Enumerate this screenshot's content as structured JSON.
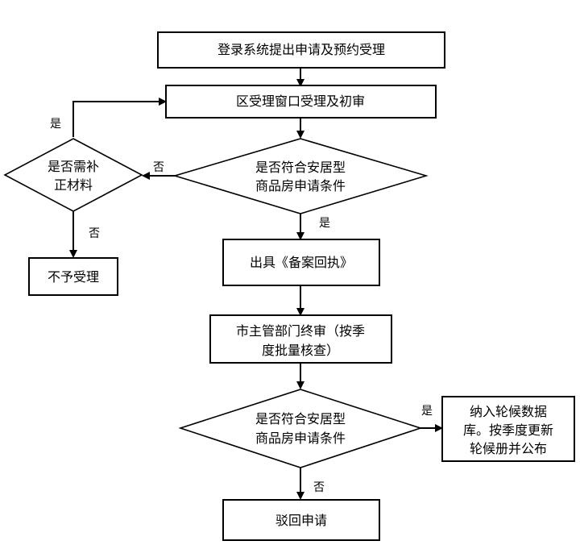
{
  "nodes": {
    "apply": "登录系统提出申请及预约受理",
    "district": "区受理窗口受理及初审",
    "check1_line1": "是否符合安居型",
    "check1_line2": "商品房申请条件",
    "supplement_line1": "是否需补",
    "supplement_line2": "正材料",
    "reject_accept": "不予受理",
    "receipt": "出具《备案回执》",
    "final_line1": "市主管部门终审（按季",
    "final_line2": "度批量核查）",
    "check2_line1": "是否符合安居型",
    "check2_line2": "商品房申请条件",
    "waitlist_line1": "纳入轮候数据",
    "waitlist_line2": "库。按季度更新",
    "waitlist_line3": "轮候册并公布",
    "reject": "驳回申请"
  },
  "edge_labels": {
    "supplement_yes": "是",
    "check1_no": "否",
    "check1_yes": "是",
    "supplement_no": "否",
    "check2_yes": "是",
    "check2_no": "否"
  }
}
